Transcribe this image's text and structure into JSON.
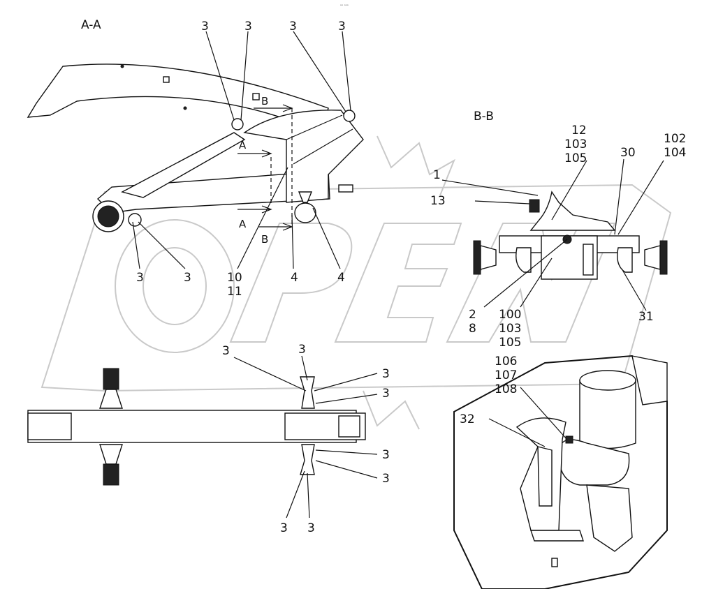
{
  "views": {
    "section_a": "A-A",
    "section_b": "B-B"
  },
  "tiny_mark": "ᵒᵒ ᵒᵒᵒ",
  "section_markers": {
    "b_top": "B",
    "a_top": "A",
    "a_bottom": "A",
    "b_bottom": "B"
  },
  "labels_aa": [
    {
      "id": "aa-3-top-1",
      "text": "3"
    },
    {
      "id": "aa-3-top-2",
      "text": "3"
    },
    {
      "id": "aa-3-top-3",
      "text": "3"
    },
    {
      "id": "aa-3-top-4",
      "text": "3"
    },
    {
      "id": "aa-3-bottom-1",
      "text": "3"
    },
    {
      "id": "aa-3-bottom-2",
      "text": "3"
    },
    {
      "id": "aa-10",
      "text": "10"
    },
    {
      "id": "aa-11",
      "text": "11"
    },
    {
      "id": "aa-4-1",
      "text": "4"
    },
    {
      "id": "aa-4-2",
      "text": "4"
    }
  ],
  "labels_bb": [
    {
      "id": "bb-12",
      "text": "12"
    },
    {
      "id": "bb-103-top",
      "text": "103"
    },
    {
      "id": "bb-105-top",
      "text": "105"
    },
    {
      "id": "bb-30",
      "text": "30"
    },
    {
      "id": "bb-102",
      "text": "102"
    },
    {
      "id": "bb-104",
      "text": "104"
    },
    {
      "id": "bb-1",
      "text": "1"
    },
    {
      "id": "bb-13",
      "text": "13"
    },
    {
      "id": "bb-2",
      "text": "2"
    },
    {
      "id": "bb-8",
      "text": "8"
    },
    {
      "id": "bb-100",
      "text": "100"
    },
    {
      "id": "bb-103-bottom",
      "text": "103"
    },
    {
      "id": "bb-105-bottom",
      "text": "105"
    },
    {
      "id": "bb-31",
      "text": "31"
    }
  ],
  "labels_plan": [
    {
      "id": "pl-3-a",
      "text": "3"
    },
    {
      "id": "pl-3-b",
      "text": "3"
    },
    {
      "id": "pl-3-c",
      "text": "3"
    },
    {
      "id": "pl-3-d",
      "text": "3"
    },
    {
      "id": "pl-3-e",
      "text": "3"
    },
    {
      "id": "pl-3-f",
      "text": "3"
    },
    {
      "id": "pl-3-g",
      "text": "3"
    },
    {
      "id": "pl-3-h",
      "text": "3"
    }
  ],
  "labels_detail": [
    {
      "id": "dt-106",
      "text": "106"
    },
    {
      "id": "dt-107",
      "text": "107"
    },
    {
      "id": "dt-108",
      "text": "108"
    },
    {
      "id": "dt-32",
      "text": "32"
    }
  ]
}
